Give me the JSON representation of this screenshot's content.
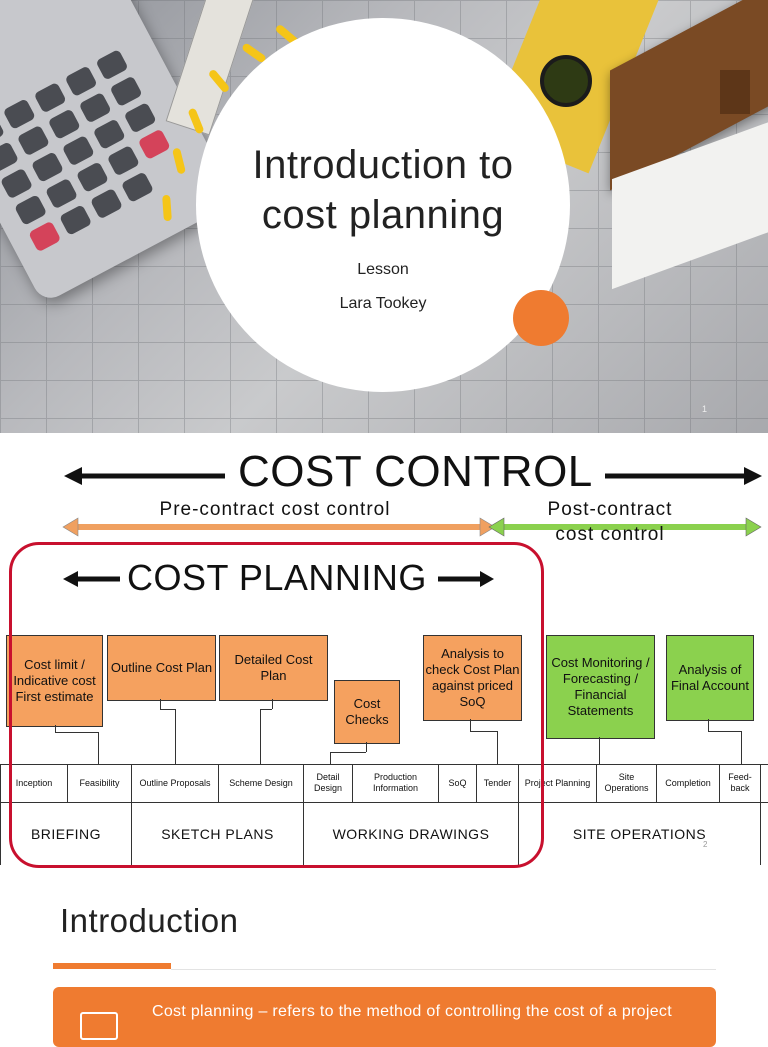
{
  "slide1": {
    "title_line1": "Introduction to",
    "title_line2": "cost planning",
    "subtitle": "Lesson",
    "author": "Lara Tookey",
    "page_number": "1"
  },
  "slide2": {
    "heading_control": "COST CONTROL",
    "pre_contract": "Pre-contract cost control",
    "post_contract_line1": "Post-contract",
    "post_contract_line2": "cost control",
    "heading_planning": "COST PLANNING",
    "boxes": {
      "cost_limit": "Cost limit / Indicative cost First estimate",
      "outline_plan": "Outline Cost Plan",
      "detailed_plan": "Detailed Cost Plan",
      "cost_checks": "Cost Checks",
      "analysis": "Analysis to check Cost Plan against priced SoQ",
      "cost_monitoring": "Cost Monitoring / Forecasting / Financial Statements",
      "final_account": "Analysis of Final Account"
    },
    "stages": [
      "Inception",
      "Feasibility",
      "Outline Proposals",
      "Scheme Design",
      "Detail Design",
      "Production Information",
      "SoQ",
      "Tender",
      "Project Planning",
      "Site Operations",
      "Completion",
      "Feed-back"
    ],
    "phases": [
      "BRIEFING",
      "SKETCH PLANS",
      "WORKING DRAWINGS",
      "SITE OPERATIONS"
    ],
    "page_number": "2",
    "colors": {
      "orange_box": "#f5a15f",
      "green_box": "#8bd14e",
      "red_outline": "#c8102e"
    }
  },
  "slide3": {
    "heading": "Introduction",
    "callout_text": "Cost planning – refers to the method of controlling the cost of a project",
    "icon": "clipboard-icon",
    "accent": "#ef7b30"
  }
}
